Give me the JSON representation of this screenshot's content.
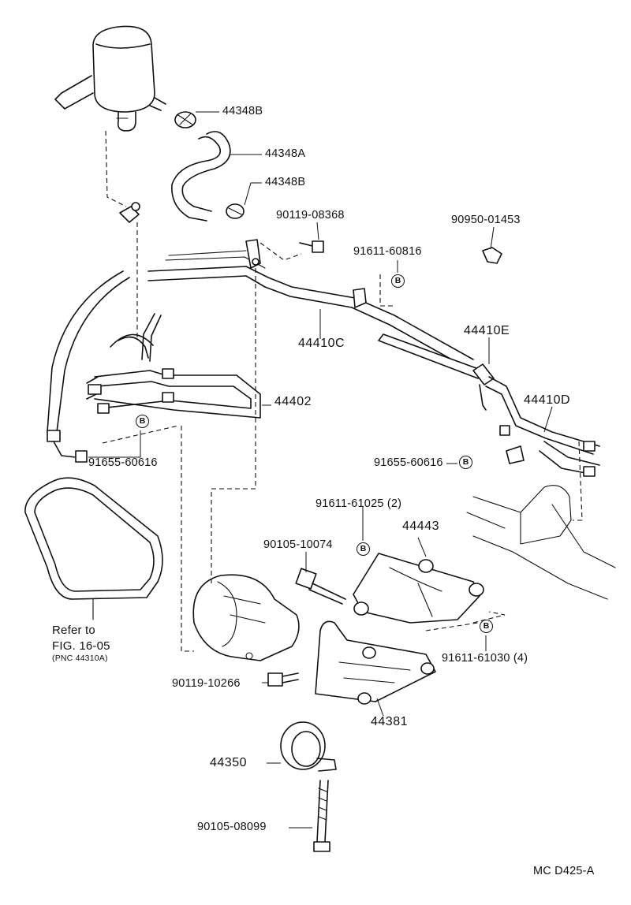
{
  "labels": {
    "p44348b_top": "44348B",
    "p44348a": "44348A",
    "p44348b_lower": "44348B",
    "p90119_08368": "90119-08368",
    "p90950_01453": "90950-01453",
    "p91611_60816": "91611-60816",
    "p44410c": "44410C",
    "p44410e": "44410E",
    "p44410d": "44410D",
    "p44402": "44402",
    "p91655_60616_left": "91655-60616",
    "p91655_60616_right": "91655-60616",
    "p91611_61025": "91611-61025 (2)",
    "p44443": "44443",
    "p90105_10074": "90105-10074",
    "p91611_61030": "91611-61030 (4)",
    "p90119_10266": "90119-10266",
    "p44381": "44381",
    "p44350": "44350",
    "p90105_08099": "90105-08099",
    "refer_line1": "Refer to",
    "refer_line2": "FIG. 16-05",
    "refer_pnc": "(PNC 44310A)",
    "figure_code": "MC D425-A"
  },
  "marks": {
    "b": "B"
  }
}
